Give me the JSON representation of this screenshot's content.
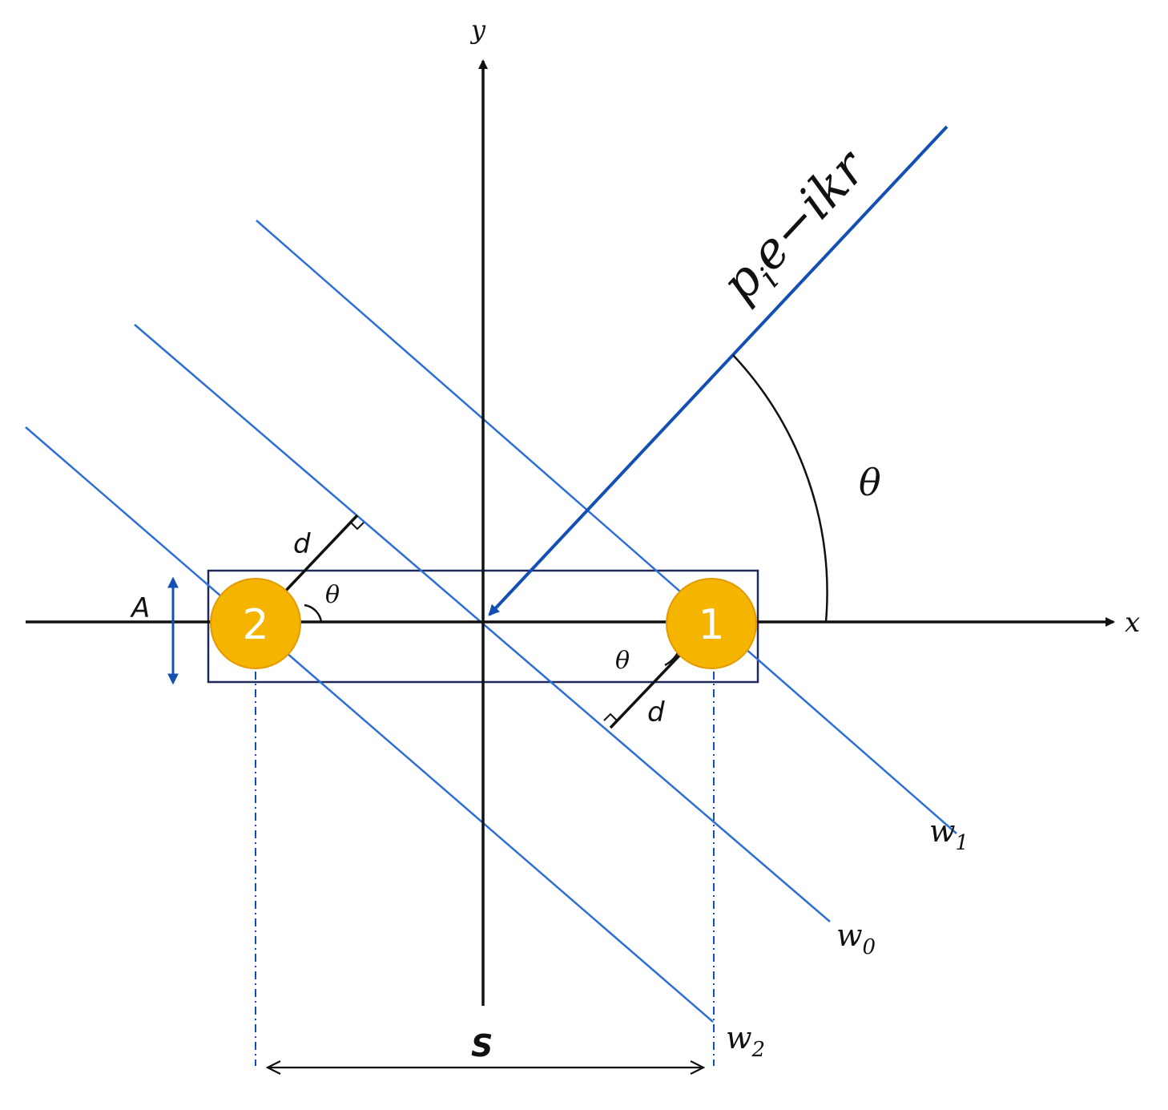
{
  "colors": {
    "axis": "#111111",
    "wave_line": "#2e6fd6",
    "incident_ray": "#1450b4",
    "box": "#1f2a5a",
    "particle_fill": "#f4b400",
    "particle_stroke": "#e49b00",
    "amplitude_arrow": "#1450b4"
  },
  "axes": {
    "x_label": "x",
    "y_label": "y"
  },
  "incident": {
    "label_base": "p",
    "label_sub": "i",
    "label_rest": "e−ikr",
    "angle_label": "θ"
  },
  "particles": [
    {
      "id": "1",
      "label": "1"
    },
    {
      "id": "2",
      "label": "2"
    }
  ],
  "wavefronts": [
    {
      "name": "w",
      "sub": "1"
    },
    {
      "name": "w",
      "sub": "0"
    },
    {
      "name": "w",
      "sub": "2"
    }
  ],
  "annotations": {
    "amplitude": "A",
    "separation": "S",
    "distance_d": "d",
    "theta_small": "θ"
  }
}
